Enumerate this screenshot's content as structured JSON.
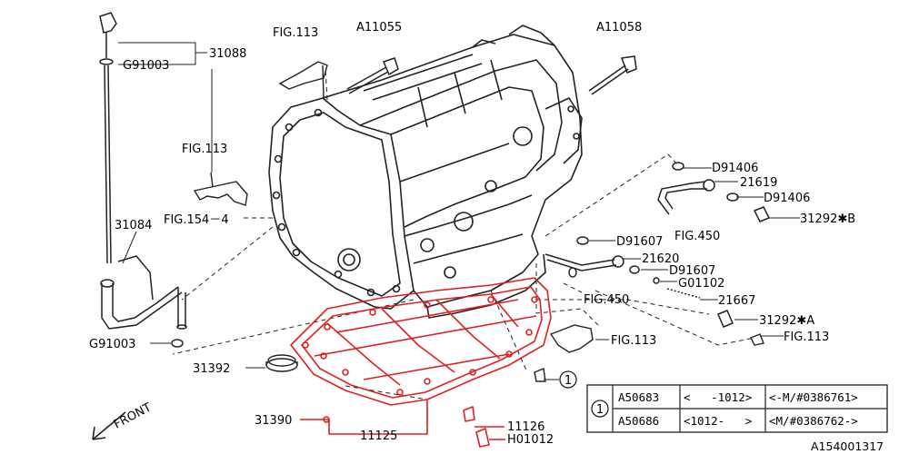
{
  "labels": {
    "fig113_top": "FIG.113",
    "a11055": "A11055",
    "a11058": "A11058",
    "p31088": "31088",
    "g91003_top": "G91003",
    "fig113_left": "FIG.113",
    "p31084": "31084",
    "fig154": "FIG.154－4",
    "g91003_bottom": "G91003",
    "p31392": "31392",
    "p31390": "31390",
    "p11125": "11125",
    "p11126": "11126",
    "h01012": "H01012",
    "front": "FRONT",
    "d91406_a": "D91406",
    "p21619": "21619",
    "d91406_b": "D91406",
    "p31292b": "31292✱B",
    "fig450_a": "FIG.450",
    "d91607_a": "D91607",
    "p21620": "21620",
    "d91607_b": "D91607",
    "g01102": "G01102",
    "fig450_b": "FIG.450",
    "p21667": "21667",
    "p31292a": "31292✱A",
    "fig113_right_a": "FIG.113",
    "fig113_right_b": "FIG.113",
    "ref_circle": "1",
    "diagram_id": "A154001317"
  },
  "applicability_table": {
    "ref": "1",
    "rows": [
      {
        "part": "A50683",
        "range": "<   -1012>",
        "vin": "<-M/#0386761>"
      },
      {
        "part": "A50686",
        "range": "<1012-   >",
        "vin": "<M/#0386762->"
      }
    ]
  },
  "colors": {
    "line": "#222222",
    "highlight": "#e02020",
    "background": "#ffffff"
  }
}
